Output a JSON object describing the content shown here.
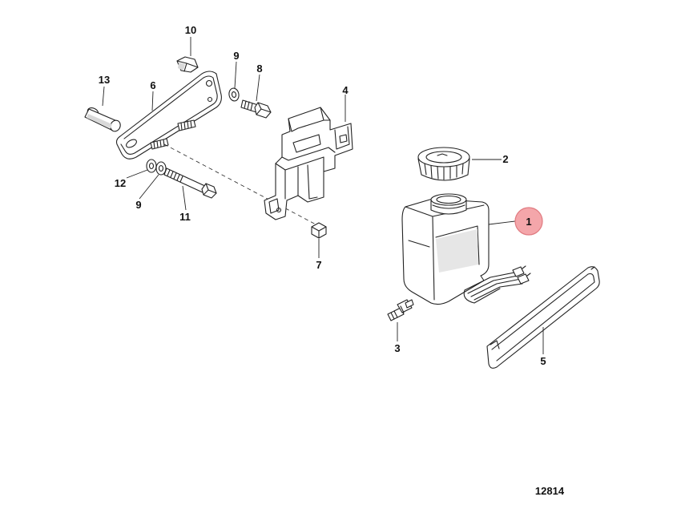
{
  "callouts": [
    {
      "id": "1",
      "label": "1",
      "highlighted": true
    },
    {
      "id": "2",
      "label": "2"
    },
    {
      "id": "3",
      "label": "3"
    },
    {
      "id": "4",
      "label": "4"
    },
    {
      "id": "5",
      "label": "5"
    },
    {
      "id": "6",
      "label": "6"
    },
    {
      "id": "7",
      "label": "7"
    },
    {
      "id": "8",
      "label": "8"
    },
    {
      "id": "9a",
      "label": "9"
    },
    {
      "id": "9b",
      "label": "9"
    },
    {
      "id": "10",
      "label": "10"
    },
    {
      "id": "11",
      "label": "11"
    },
    {
      "id": "12",
      "label": "12"
    },
    {
      "id": "13",
      "label": "13"
    }
  ],
  "highlight_color": "#f4a6aa",
  "figure_number": "12814"
}
